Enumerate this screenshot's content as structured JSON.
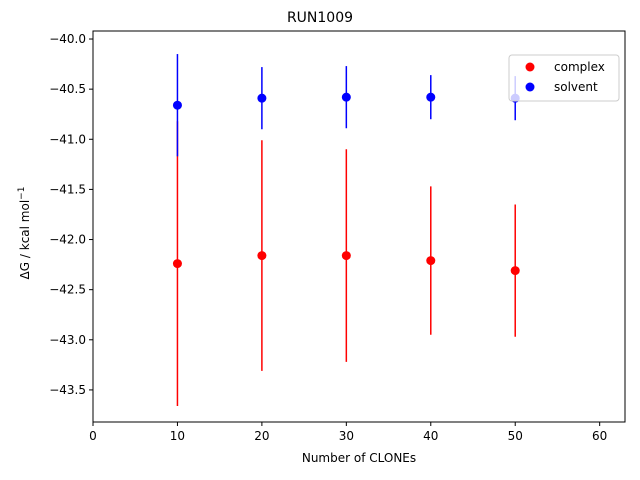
{
  "chart_data": {
    "type": "scatter",
    "title": "RUN1009",
    "xlabel": "Number of CLONEs",
    "ylabel_main": "ΔG / kcal mol",
    "ylabel_sup": "−1",
    "xlim": [
      0,
      63
    ],
    "ylim": [
      -43.82,
      -39.92
    ],
    "xticks": [
      0,
      10,
      20,
      30,
      40,
      50,
      60
    ],
    "xtick_labels": [
      "0",
      "10",
      "20",
      "30",
      "40",
      "50",
      "60"
    ],
    "yticks": [
      -40.0,
      -40.5,
      -41.0,
      -41.5,
      -42.0,
      -42.5,
      -43.0,
      -43.5
    ],
    "ytick_labels": [
      "−40.0",
      "−40.5",
      "−41.0",
      "−41.5",
      "−42.0",
      "−42.5",
      "−43.0",
      "−43.5"
    ],
    "grid": false,
    "legend_position": "top-right",
    "series": [
      {
        "name": "complex",
        "color": "#ff0000",
        "x": [
          10,
          20,
          30,
          40,
          50
        ],
        "y": [
          -42.24,
          -42.16,
          -42.16,
          -42.21,
          -42.31
        ],
        "yerr": [
          1.42,
          1.15,
          1.06,
          0.74,
          0.66
        ]
      },
      {
        "name": "solvent",
        "color": "#0000ff",
        "x": [
          10,
          20,
          30,
          40,
          50
        ],
        "y": [
          -40.66,
          -40.59,
          -40.58,
          -40.58,
          -40.59
        ],
        "yerr": [
          0.51,
          0.31,
          0.31,
          0.22,
          0.22
        ]
      }
    ]
  }
}
